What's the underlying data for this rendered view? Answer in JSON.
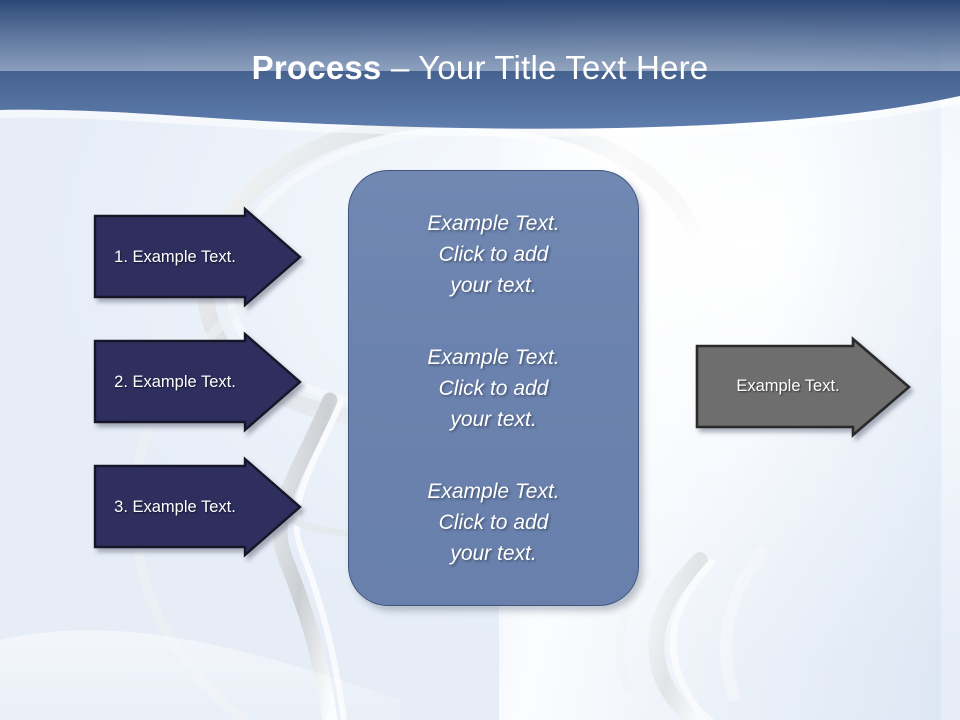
{
  "slide": {
    "title_bold": "Process",
    "title_rest": " – Your Title Text Here",
    "background_color": "#eef2f8",
    "header_gradient_top": "#2c4877",
    "header_gradient_bottom": "#5e7cac"
  },
  "steps": [
    {
      "label": "1. Example Text.",
      "fill": "#2e2e5f",
      "stroke": "#141428",
      "text_color": "#ffffff"
    },
    {
      "label": "2. Example Text.",
      "fill": "#2e2e5f",
      "stroke": "#141428",
      "text_color": "#ffffff"
    },
    {
      "label": "3. Example Text.",
      "fill": "#2e2e5f",
      "stroke": "#141428",
      "text_color": "#ffffff"
    }
  ],
  "center_box": {
    "fill": "#6a82ad",
    "stroke": "#40567d",
    "paragraphs": [
      "Example Text.\nClick  to add\nyour text.",
      "Example Text.\nClick  to add\nyour text.",
      "Example Text.\nClick  to add\nyour text."
    ]
  },
  "result_arrow": {
    "label": "Example Text.",
    "fill": "#6e6e6e",
    "stroke": "#2b2b2b",
    "text_color": "#ffffff"
  }
}
